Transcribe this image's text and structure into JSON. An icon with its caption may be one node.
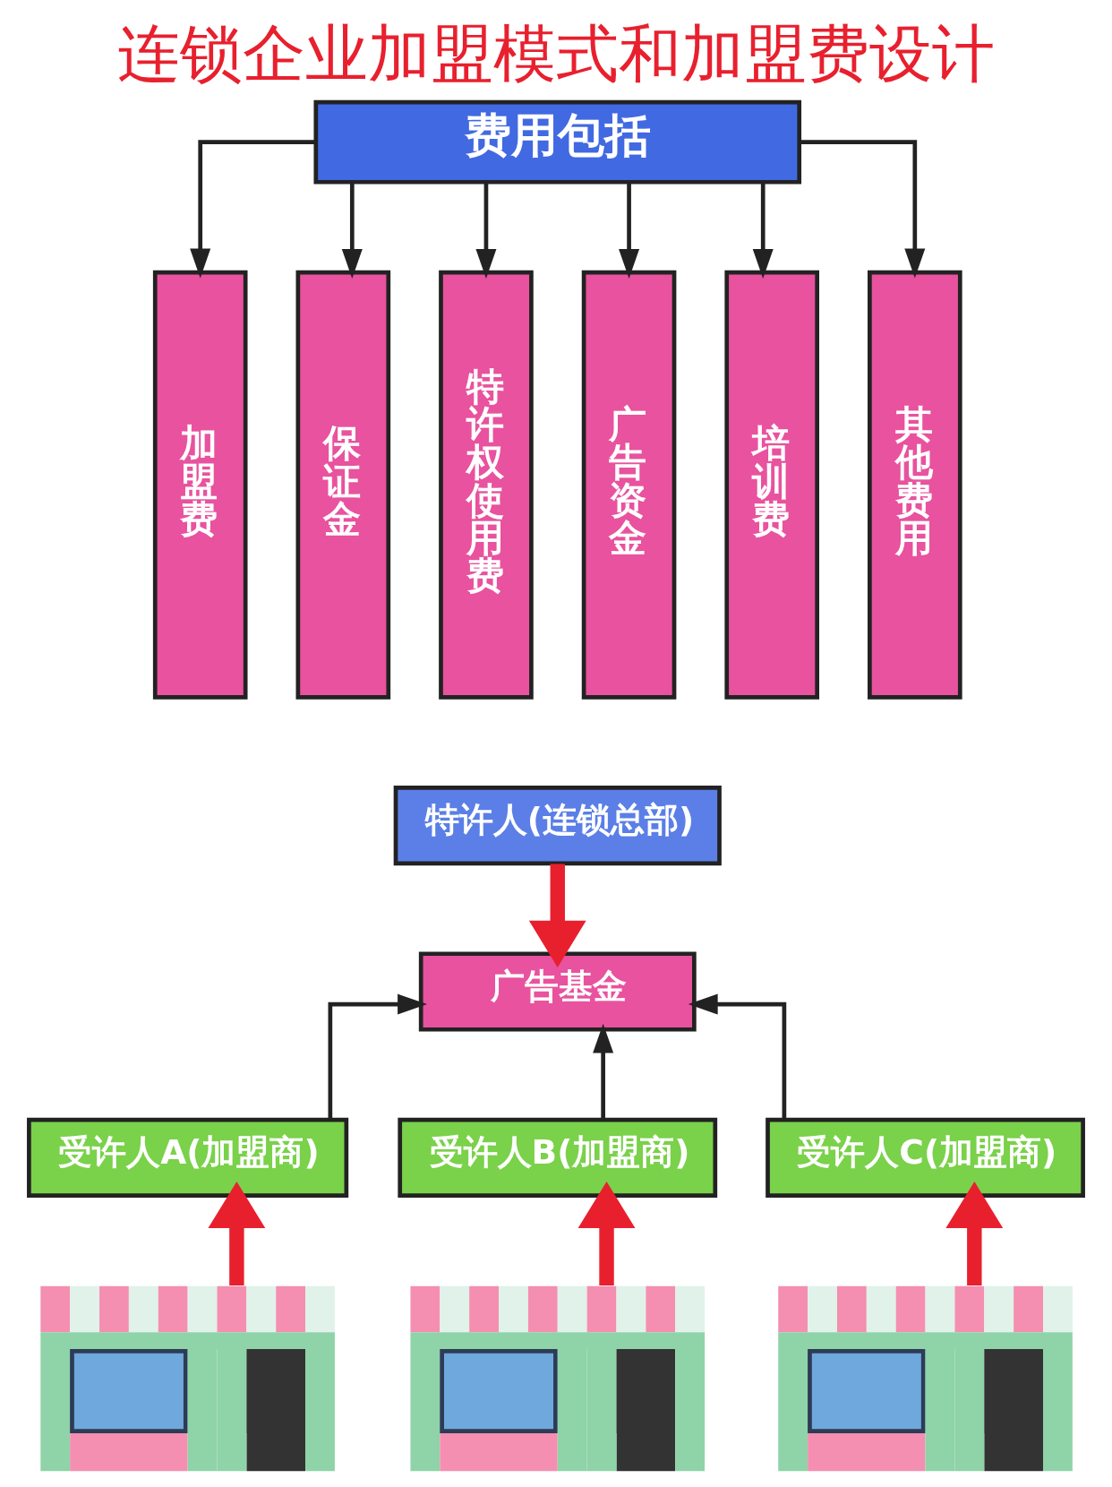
{
  "diagram": {
    "title": "连锁企业加盟模式和加盟费设计",
    "nodes": [
      {
        "text": [
          "费用包括"
        ]
      },
      {
        "text": [
          "加盟费"
        ]
      },
      {
        "text": [
          "保证金"
        ]
      },
      {
        "text": [
          "特许权使用费"
        ]
      },
      {
        "text": [
          "广告资金"
        ]
      },
      {
        "text": [
          "培训费"
        ]
      },
      {
        "text": [
          "其他费用"
        ]
      },
      {
        "text": [
          "特许人(连锁总部)"
        ]
      },
      {
        "text": [
          "广告基金"
        ]
      },
      {
        "text": [
          "受许人A(加盟商)"
        ]
      },
      {
        "text": [
          "受许人B(加盟商)"
        ]
      },
      {
        "text": [
          "受许人C(加盟商)"
        ]
      },
      {
        "text": [],
        "shape": "picture"
      },
      {
        "text": [],
        "shape": "picture"
      },
      {
        "text": [],
        "shape": "picture"
      }
    ],
    "edges": [
      {
        "from": 0,
        "to": 1,
        "arrow": "to"
      },
      {
        "from": 0,
        "to": 2,
        "arrow": "to"
      },
      {
        "from": 0,
        "to": 3,
        "arrow": "to"
      },
      {
        "from": 0,
        "to": 4,
        "arrow": "to"
      },
      {
        "from": 0,
        "to": 5,
        "arrow": "to"
      },
      {
        "from": 0,
        "to": 6,
        "arrow": "to"
      },
      {
        "from": 7,
        "to": 8,
        "arrow": "to",
        "style": "thick",
        "color": "#e8202e"
      },
      {
        "from": 9,
        "to": 8,
        "arrow": "to"
      },
      {
        "from": 10,
        "to": 8,
        "arrow": "to"
      },
      {
        "from": 11,
        "to": 8,
        "arrow": "to"
      },
      {
        "from": 12,
        "to": 9,
        "arrow": "to",
        "style": "thick",
        "color": "#e8202e"
      },
      {
        "from": 13,
        "to": 10,
        "arrow": "to",
        "style": "thick",
        "color": "#e8202e"
      },
      {
        "from": 14,
        "to": 11,
        "arrow": "to",
        "style": "thick",
        "color": "#e8202e"
      }
    ]
  }
}
